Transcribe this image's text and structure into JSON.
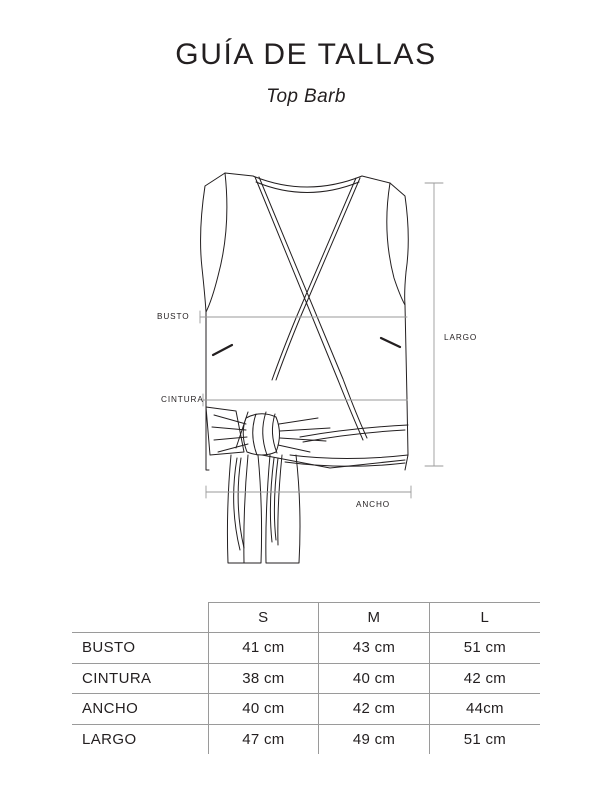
{
  "header": {
    "title": "GUÍA DE TALLAS",
    "subtitle": "Top Barb"
  },
  "diagram": {
    "name": "wrap-top-technical-flat-sketch",
    "labels": {
      "busto": "BUSTO",
      "cintura": "CINTURA",
      "largo": "LARGO",
      "ancho": "ANCHO"
    },
    "line_color": "#231f20",
    "guide_color": "#9a9a9a"
  },
  "table": {
    "columns": [
      "",
      "S",
      "M",
      "L"
    ],
    "rows": [
      {
        "measure": "BUSTO",
        "s": "41 cm",
        "m": "43 cm",
        "l": "51 cm"
      },
      {
        "measure": "CINTURA",
        "s": "38 cm",
        "m": "40 cm",
        "l": "42 cm"
      },
      {
        "measure": "ANCHO",
        "s": "40 cm",
        "m": "42 cm",
        "l": "44cm"
      },
      {
        "measure": "LARGO",
        "s": "47 cm",
        "m": "49 cm",
        "l": "51 cm"
      }
    ]
  }
}
